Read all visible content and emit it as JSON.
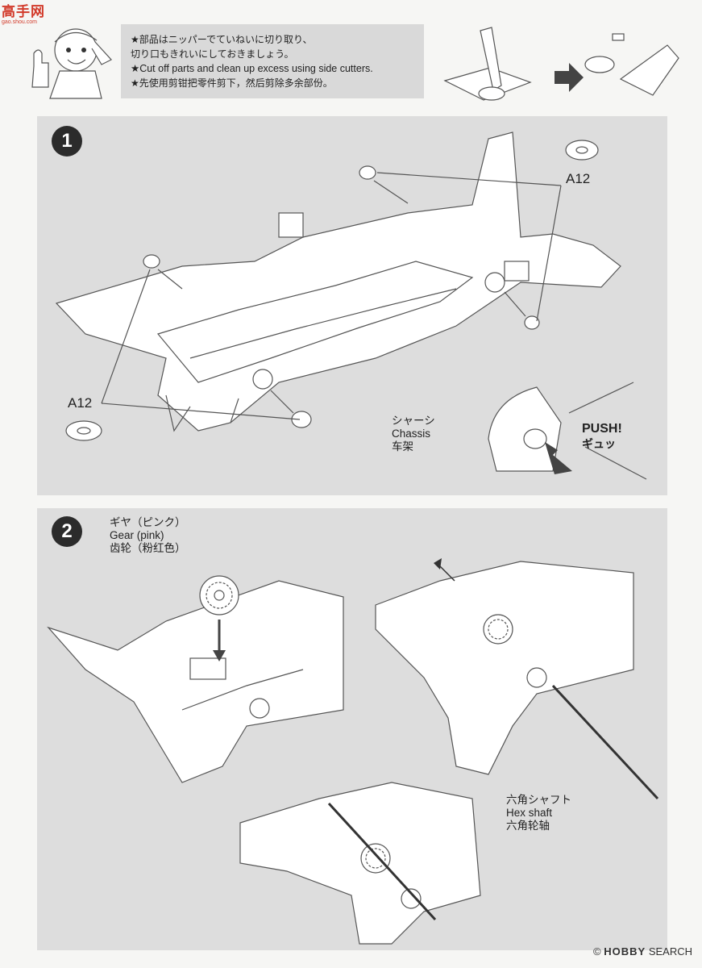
{
  "watermark": {
    "title": "高手网",
    "sub": "gao.shou.com"
  },
  "tip": {
    "lines": [
      "★部品はニッパーでていねいに切り取り、",
      "切り口もきれいにしておきましょう。",
      "★Cut off parts and clean up excess using side cutters.",
      "★先使用剪钳把零件剪下，然后剪除多余部份。"
    ]
  },
  "steps": [
    {
      "number": "1",
      "part_top": "A12",
      "part_left": "A12",
      "chassis_label": [
        "シャーシ",
        "Chassis",
        "车架"
      ],
      "push_label": [
        "PUSH!",
        "ギュッ"
      ]
    },
    {
      "number": "2",
      "gear_label": [
        "ギヤ（ピンク）",
        "Gear (pink)",
        "齿轮（粉红色）"
      ],
      "shaft_label": [
        "六角シャフト",
        "Hex shaft",
        "六角轮轴"
      ]
    }
  ],
  "footer": {
    "brand": "HOBBY",
    "suffix": "SEARCH",
    "symbol": "©"
  },
  "icons": [
    "mascot-icon",
    "side-cutter-icon",
    "arrow-right-icon",
    "bearing-icon",
    "gear-icon",
    "hex-shaft-icon"
  ]
}
